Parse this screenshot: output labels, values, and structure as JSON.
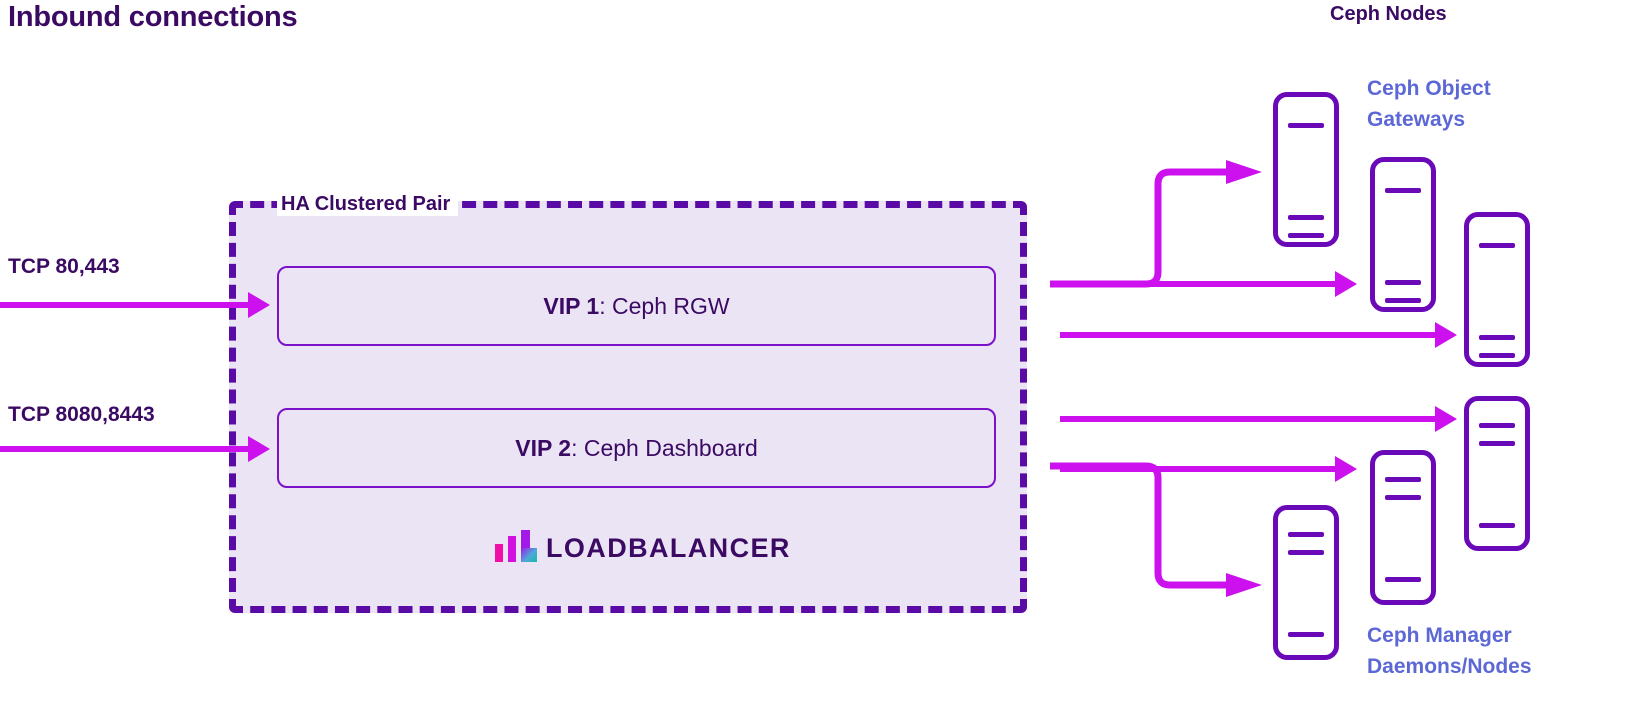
{
  "diagram": {
    "title": "Inbound connections",
    "ceph_nodes_title": "Ceph Nodes",
    "colors": {
      "dark_purple": "#3B0A63",
      "node_purple": "#6A09B8",
      "arrow_magenta": "#CC11EE",
      "panel_fill": "#EBE4F5",
      "panel_border": "#5B0BA5",
      "label_blue": "#5C68D6",
      "vip_border": "#7B11C9"
    }
  },
  "inbound": {
    "ports": [
      {
        "label": "TCP 80,443"
      },
      {
        "label": "TCP 8080,8443"
      }
    ]
  },
  "ha_cluster": {
    "label": "HA Clustered Pair",
    "vips": [
      {
        "name": "VIP 1",
        "separator": ": ",
        "service": "Ceph RGW"
      },
      {
        "name": "VIP 2",
        "separator": ": ",
        "service": "Ceph Dashboard"
      }
    ],
    "brand": {
      "wordmark": "LOADBALANCER",
      "mark": "loadbalancer-bars-icon"
    }
  },
  "node_groups": [
    {
      "id": "object-gateways",
      "label_line1": "Ceph Object",
      "label_line2": "Gateways",
      "node_count": 3,
      "line_layout": "one-top-two-bottom"
    },
    {
      "id": "manager-daemons",
      "label_line1": "Ceph Manager",
      "label_line2": "Daemons/Nodes",
      "node_count": 3,
      "line_layout": "two-top-one-bottom"
    }
  ]
}
